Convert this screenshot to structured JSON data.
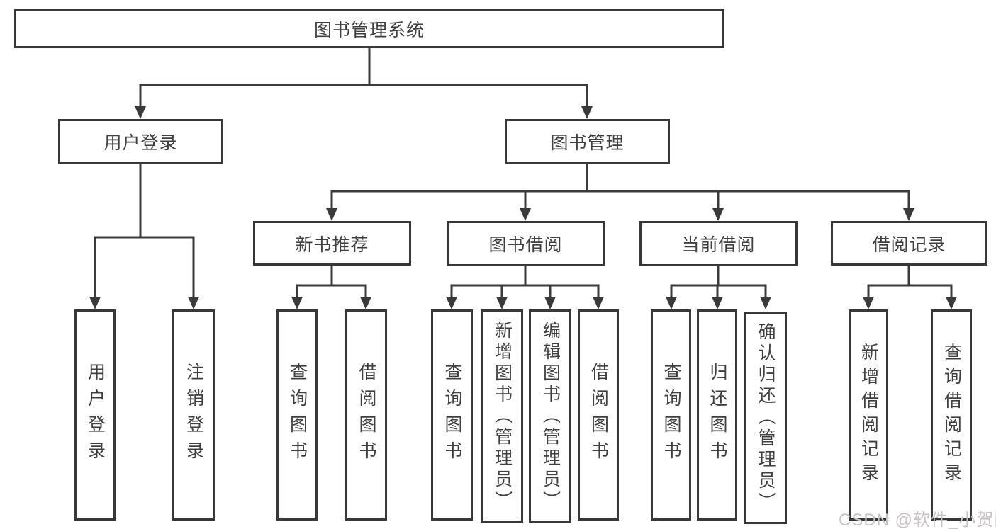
{
  "diagram": {
    "title": "图书管理系统",
    "nodes": {
      "root": "图书管理系统",
      "user_login": "用户登录",
      "book_mgmt": "图书管理",
      "new_book_rec": "新书推荐",
      "book_borrow": "图书借阅",
      "current_borrow": "当前借阅",
      "borrow_records": "借阅记录",
      "leaf_user_login": "用户登录",
      "leaf_logout": "注销登录",
      "leaf_rec_query_book": "查询图书",
      "leaf_rec_borrow_book": "借阅图书",
      "leaf_bb_query_book": "查询图书",
      "leaf_bb_add_book": "新增图书（管理员）",
      "leaf_bb_edit_book": "编辑图书（管理员）",
      "leaf_bb_borrow_book": "借阅图书",
      "leaf_cb_query_book": "查询图书",
      "leaf_cb_return_book": "归还图书",
      "leaf_cb_confirm_return": "确认归还（管理员）",
      "leaf_br_add_record": "新增借阅记录",
      "leaf_br_query_record": "查询借阅记录"
    },
    "colors": {
      "line": "#3a3a3a",
      "box_border": "#383838",
      "text": "#3f3f3f",
      "watermark_text": "#c9c2c2"
    },
    "watermark": "CSDN @软件_小贺同学"
  }
}
